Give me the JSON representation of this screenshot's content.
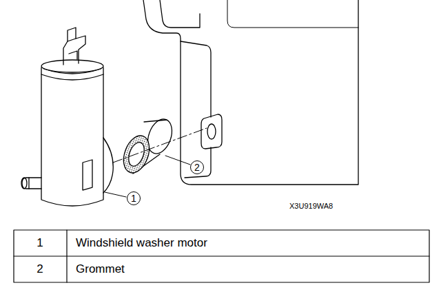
{
  "diagram": {
    "nodes": [
      {
        "text": [
          "1"
        ]
      },
      {
        "text": [
          "2"
        ]
      }
    ],
    "labels": [
      "X3U919WA8",
      "1",
      "Windshield washer motor",
      "2",
      "Grommet"
    ]
  }
}
